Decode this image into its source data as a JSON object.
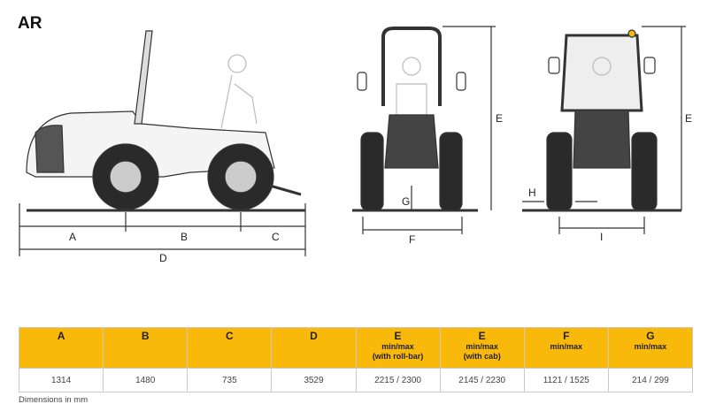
{
  "title": "AR",
  "diagram_labels": {
    "A": "A",
    "B": "B",
    "C": "C",
    "D": "D",
    "E1": "E",
    "E2": "E",
    "F": "F",
    "G": "G",
    "H": "H",
    "I": "I"
  },
  "table": {
    "headers": [
      {
        "key": "A",
        "sub1": "",
        "sub2": ""
      },
      {
        "key": "B",
        "sub1": "",
        "sub2": ""
      },
      {
        "key": "C",
        "sub1": "",
        "sub2": ""
      },
      {
        "key": "D",
        "sub1": "",
        "sub2": ""
      },
      {
        "key": "E",
        "sub1": "min/max",
        "sub2": "(with roll-bar)"
      },
      {
        "key": "E",
        "sub1": "min/max",
        "sub2": "(with cab)"
      },
      {
        "key": "F",
        "sub1": "min/max",
        "sub2": ""
      },
      {
        "key": "G",
        "sub1": "min/max",
        "sub2": ""
      }
    ],
    "values": [
      "1314",
      "1480",
      "735",
      "3529",
      "2215 / 2300",
      "2145 / 2230",
      "1121 / 1525",
      "214 / 299"
    ]
  },
  "note": "Dimensions in mm",
  "colors": {
    "header": "#f9b90b"
  }
}
